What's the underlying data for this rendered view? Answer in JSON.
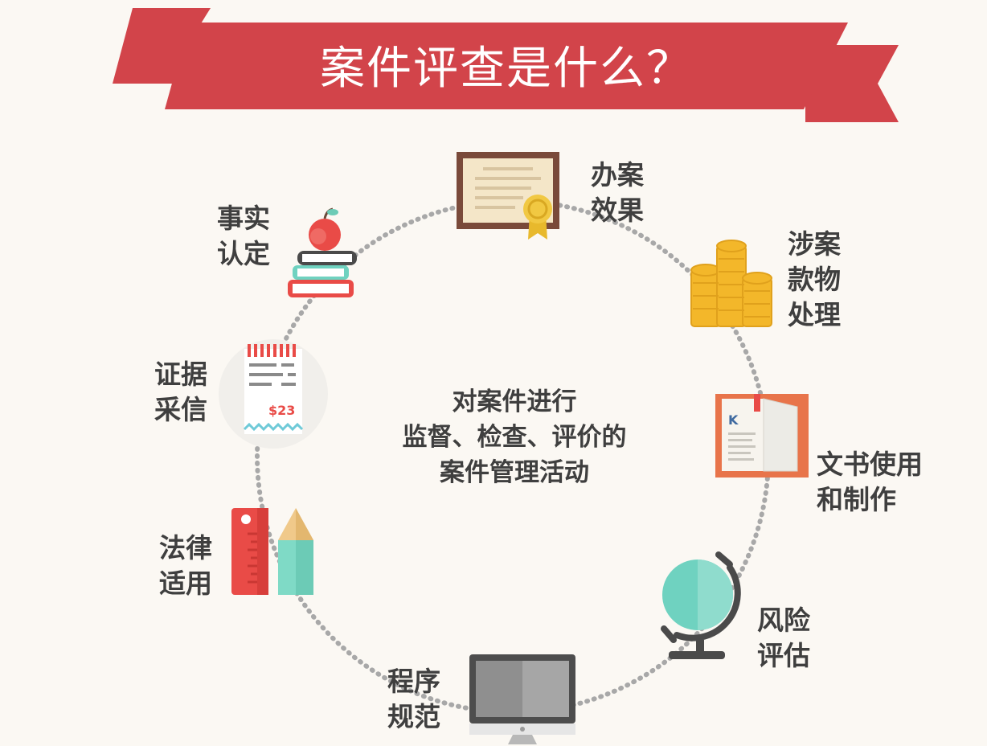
{
  "title": "案件评查是什么？",
  "center": {
    "line1": "对案件进行",
    "line2": "监督、检查、评价的",
    "line3": "案件管理活动"
  },
  "items": [
    {
      "name": "outcome",
      "icon": "certificate-icon",
      "line1": "办案",
      "line2": "效果"
    },
    {
      "name": "property",
      "icon": "coin-stack-icon",
      "line1": "涉案",
      "line2": "款物",
      "line3": "处理"
    },
    {
      "name": "documents",
      "icon": "open-book-icon",
      "line1": "文书使用",
      "line2": "和制作"
    },
    {
      "name": "risk",
      "icon": "globe-icon",
      "line1": "风险",
      "line2": "评估"
    },
    {
      "name": "procedure",
      "icon": "monitor-icon",
      "line1": "程序",
      "line2": "规范"
    },
    {
      "name": "law",
      "icon": "ruler-pencil-icon",
      "line1": "法律",
      "line2": "适用"
    },
    {
      "name": "evidence",
      "icon": "receipt-icon",
      "receipt_amount": "$23",
      "line1": "证据",
      "line2": "采信"
    },
    {
      "name": "facts",
      "icon": "apple-books-icon",
      "line1": "事实",
      "line2": "认定"
    }
  ],
  "colors": {
    "banner": "#d2444a",
    "banner_dark": "#c13a40",
    "text": "#3f3f3f",
    "dots": "#a8a8a8",
    "gold": "#f3b72a",
    "teal": "#6fd2c0",
    "red": "#e94b47"
  }
}
